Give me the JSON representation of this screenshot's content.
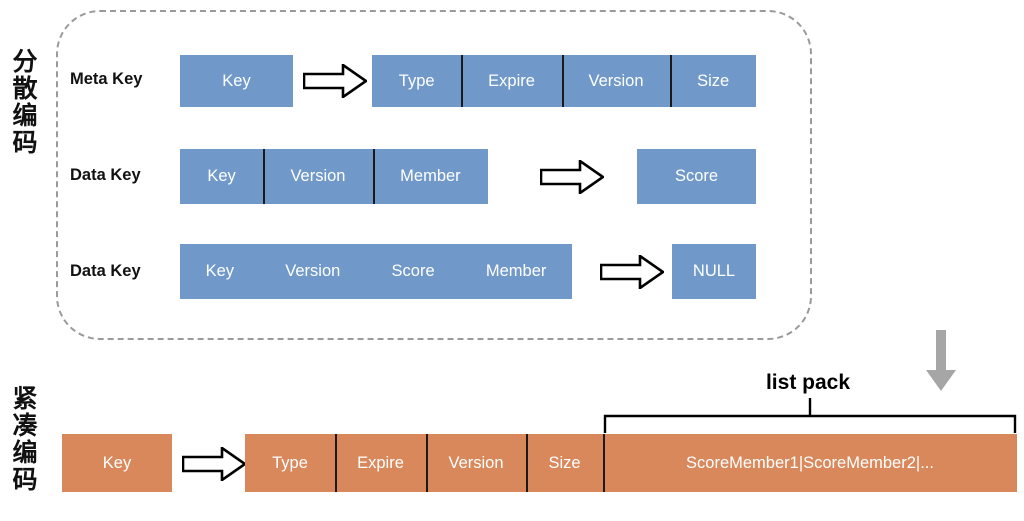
{
  "colors": {
    "blue": "#7099c9",
    "orange": "#d9885b",
    "divider": "#1a1a1a",
    "dashed_border": "#9a9a9a",
    "gray_arrow": "#a6a6a6",
    "text_dark": "#111111",
    "text_on_bar": "#ffffff"
  },
  "sections": {
    "scattered": {
      "label_chars": [
        "分",
        "散",
        "编",
        "码"
      ],
      "label_text": "分散编码",
      "rows": [
        {
          "caption": "Meta Key",
          "key_segments": [
            "Key"
          ],
          "value_segments": [
            "Type",
            "Expire",
            "Version",
            "Size"
          ],
          "arrow": "right-block-arrow"
        },
        {
          "caption": "Data Key",
          "key_segments": [
            "Key",
            "Version",
            "Member"
          ],
          "value_segments": [
            "Score"
          ],
          "arrow": "right-block-arrow"
        },
        {
          "caption": "Data Key",
          "key_segments": [
            "Key",
            "Version",
            "Score",
            "Member"
          ],
          "value_segments": [
            "NULL"
          ],
          "arrow": "right-block-arrow"
        }
      ]
    },
    "compact": {
      "label_chars": [
        "紧",
        "凑",
        "编",
        "码"
      ],
      "label_text": "紧凑编码",
      "row": {
        "key_segments": [
          "Key"
        ],
        "value_segments": [
          "Type",
          "Expire",
          "Version",
          "Size",
          "ScoreMember1|ScoreMember2|..."
        ],
        "arrow": "right-block-arrow"
      },
      "bracket_label": "list pack",
      "transition_arrow": "gray-down-arrow"
    }
  }
}
